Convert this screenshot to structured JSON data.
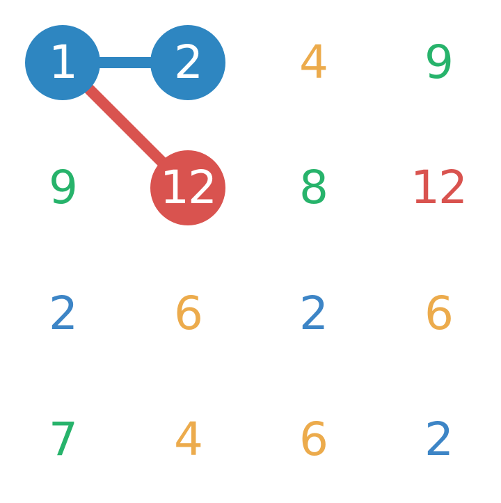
{
  "palette": {
    "1": "#2e86c1",
    "2": "#3d85c6",
    "4": "#ecab4c",
    "6": "#ecab4c",
    "7": "#27b36b",
    "8": "#27b36b",
    "9": "#27b36b",
    "12": "#d9534f"
  },
  "selection_colors": {
    "blue": "#2e86c1",
    "red": "#d9534f"
  },
  "grid": {
    "rows": 4,
    "cols": 4,
    "cells": [
      {
        "value": "1",
        "selected": true,
        "fill": "blue"
      },
      {
        "value": "2",
        "selected": true,
        "fill": "blue"
      },
      {
        "value": "4",
        "selected": false
      },
      {
        "value": "9",
        "selected": false
      },
      {
        "value": "9",
        "selected": false
      },
      {
        "value": "12",
        "selected": true,
        "fill": "red"
      },
      {
        "value": "8",
        "selected": false
      },
      {
        "value": "12",
        "selected": false
      },
      {
        "value": "2",
        "selected": false
      },
      {
        "value": "6",
        "selected": false
      },
      {
        "value": "2",
        "selected": false
      },
      {
        "value": "6",
        "selected": false
      },
      {
        "value": "7",
        "selected": false
      },
      {
        "value": "4",
        "selected": false
      },
      {
        "value": "6",
        "selected": false
      },
      {
        "value": "2",
        "selected": false
      }
    ]
  },
  "links": [
    {
      "from": 0,
      "to": 1,
      "color": "blue"
    },
    {
      "from": 0,
      "to": 5,
      "color": "red"
    }
  ]
}
